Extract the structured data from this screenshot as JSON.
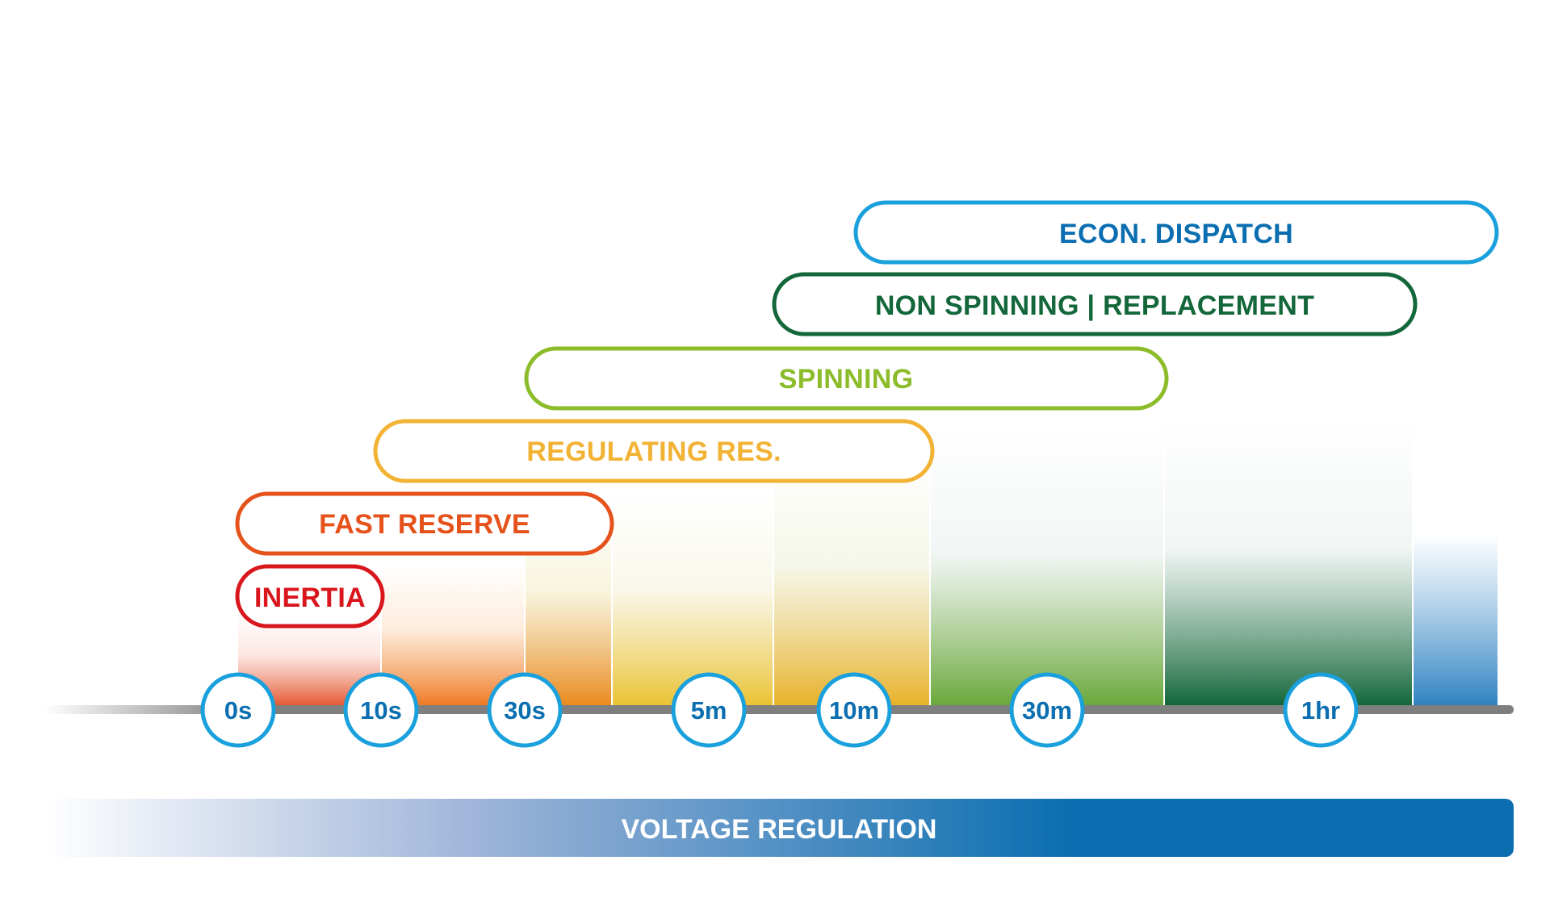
{
  "services": [
    {
      "id": "inertia",
      "label": "INERTIA",
      "color": "#d8161c"
    },
    {
      "id": "fast-reserve",
      "label": "FAST RESERVE",
      "color": "#e6521c"
    },
    {
      "id": "regulating-res",
      "label": "REGULATING RES.",
      "color": "#f2b234"
    },
    {
      "id": "spinning",
      "label": "SPINNING",
      "color": "#8cbc2a"
    },
    {
      "id": "non-spinning-replacement",
      "label": "NON SPINNING | REPLACEMENT",
      "color": "#13673a"
    },
    {
      "id": "econ-dispatch",
      "label": "ECON. DISPATCH",
      "color": "#1aa0dc"
    }
  ],
  "timeline": {
    "ticks": [
      "0s",
      "10s",
      "30s",
      "5m",
      "10m",
      "30m",
      "1hr"
    ],
    "marker_color": "#1aa0dc",
    "tick_text_color": "#0a6eb0",
    "axis_color": "#7f7f7f"
  },
  "band_colors": [
    {
      "top": "#fde2dc",
      "bottom": "#e55a34"
    },
    {
      "top": "#fde9d6",
      "bottom": "#f07a24"
    },
    {
      "top": "#f6f2d4",
      "bottom": "#e98a1e"
    },
    {
      "top": "#f8f6e6",
      "bottom": "#eac334"
    },
    {
      "top": "#f2f5e4",
      "bottom": "#e8b22a"
    },
    {
      "top": "#eef4f2",
      "bottom": "#6aa83a"
    },
    {
      "top": "#eef4f2",
      "bottom": "#13673a"
    },
    {
      "top": "#ffffff",
      "bottom": "#2f83c2"
    }
  ],
  "voltage_regulation": {
    "label": "VOLTAGE REGULATION",
    "color_start": "#ffffff",
    "color_mid": "#9cb3d8",
    "color_end": "#0a6eb0"
  }
}
